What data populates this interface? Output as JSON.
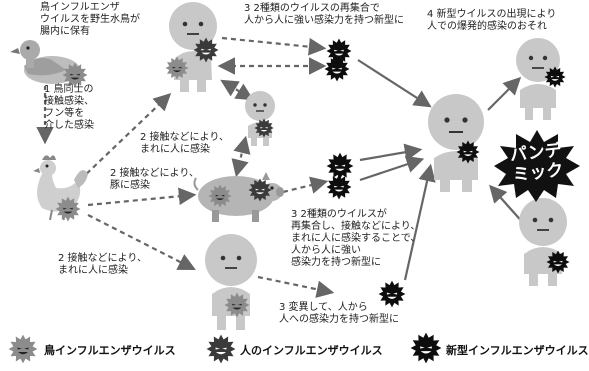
{
  "labels": {
    "duck": "鳥インフルエンザ\nウイルスを野生水鳥が\n腸内に保有",
    "step1": "1 鳥同士の\n接触感染、\nフン等を\n介した感染",
    "step2_contact": "2 接触などにより、\nまれに人に感染",
    "step2_pig": "2 接触などにより、\n豚に感染",
    "step2_low": "2 接触などにより、\nまれに人に感染",
    "step3_top": "3 2種類のウイルスの再集合で\n人から人に強い感染力を持つ新型に",
    "step3_mid": "3 2種類のウイルスが\n再集合し、接触などにより、\nまれに人に感染することで、\n人から人に強い\n感染力を持つ新型に",
    "step3_bottom": "3 変異して、人から\n人への感染力を持つ新型に",
    "step4": "4 新型ウイルスの出現により\n人での爆発的感染のおそれ",
    "pandemic": "パンデ\nミック"
  },
  "legend": {
    "bird_flu": "鳥インフルエンザウイルス",
    "human_flu": "人のインフルエンザウイルス",
    "new_flu": "新型インフルエンザウイルス"
  },
  "icons": {
    "bird_virus": "bird-flu-virus-icon",
    "human_virus": "human-flu-virus-icon",
    "new_virus": "new-flu-virus-icon"
  },
  "colors": {
    "bird_virus": "#8c8c8c",
    "human_virus": "#3a3a3a",
    "new_virus": "#0d0d0d",
    "figure": "#c8c8c8",
    "arrow": "#666666"
  }
}
